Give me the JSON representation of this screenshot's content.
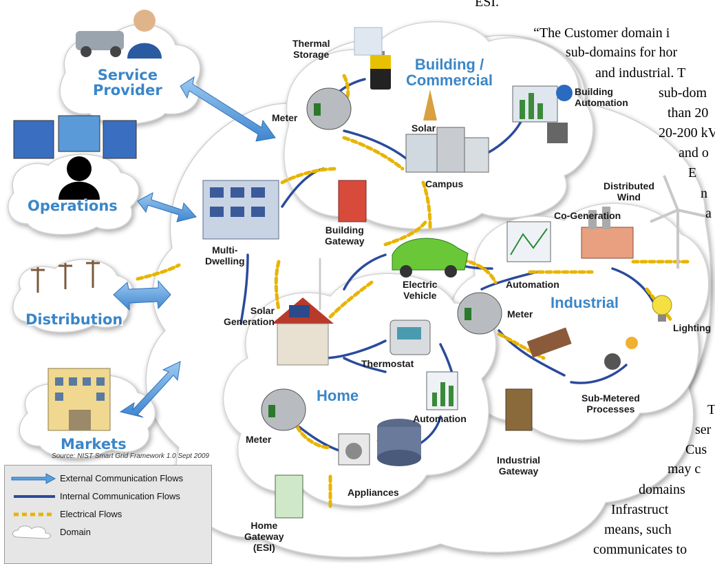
{
  "header_fragment": "ESI.",
  "external_domains": {
    "service_provider": [
      "Service",
      "Provider"
    ],
    "operations": "Operations",
    "distribution": "Distribution",
    "markets": "Markets"
  },
  "customer_subdomains": {
    "building": [
      "Building /",
      "Commercial"
    ],
    "industrial": "Industrial",
    "home": "Home"
  },
  "labels": {
    "thermal_storage": [
      "Thermal",
      "Storage"
    ],
    "building_automation": [
      "Building",
      "Automation"
    ],
    "meter_building": "Meter",
    "solar_building": "Solar",
    "campus": "Campus",
    "multi_dwelling": [
      "Multi-",
      "Dwelling"
    ],
    "building_gateway": [
      "Building",
      "Gateway"
    ],
    "distributed_wind": [
      "Distributed",
      "Wind"
    ],
    "co_generation": "Co-Generation",
    "electric_vehicle": [
      "Electric",
      "Vehicle"
    ],
    "automation_industrial": "Automation",
    "solar_generation": [
      "Solar",
      "Generation"
    ],
    "meter_industrial": "Meter",
    "lighting": "Lighting",
    "thermostat": "Thermostat",
    "automation_home": "Automation",
    "sub_metered": [
      "Sub-Metered",
      "Processes"
    ],
    "meter_home": "Meter",
    "industrial_gateway": [
      "Industrial",
      "Gateway"
    ],
    "appliances": "Appliances",
    "home_gateway": [
      "Home",
      "Gateway",
      "(ESI)"
    ]
  },
  "source_note": "Source:  NIST Smart Grid Framework 1.0 Sept 2009",
  "legend": [
    {
      "label": "External Communication Flows"
    },
    {
      "label": "Internal Communication Flows"
    },
    {
      "label": "Electrical Flows"
    },
    {
      "label": "Domain"
    }
  ],
  "side_text_top": [
    "“The Customer domain i",
    "sub-domains for hor",
    "and industrial. T",
    "sub-dom",
    "than 20",
    "20-200 kV",
    "and o",
    "E",
    "n",
    "a"
  ],
  "side_text_bottom": [
    "T",
    "ser",
    "Cus",
    "may c",
    "domains",
    "Infrastruct",
    "means, such",
    "communicates to"
  ],
  "colors": {
    "domain_label": "#3a86c8",
    "external_arrow": "#5aa0dc",
    "internal_flow": "#2a4a9c",
    "electrical_flow": "#e8b400",
    "cloud": "#ffffff",
    "cloud_outline": "#c8c8c8",
    "legend_bg": "#e6e6e6"
  }
}
